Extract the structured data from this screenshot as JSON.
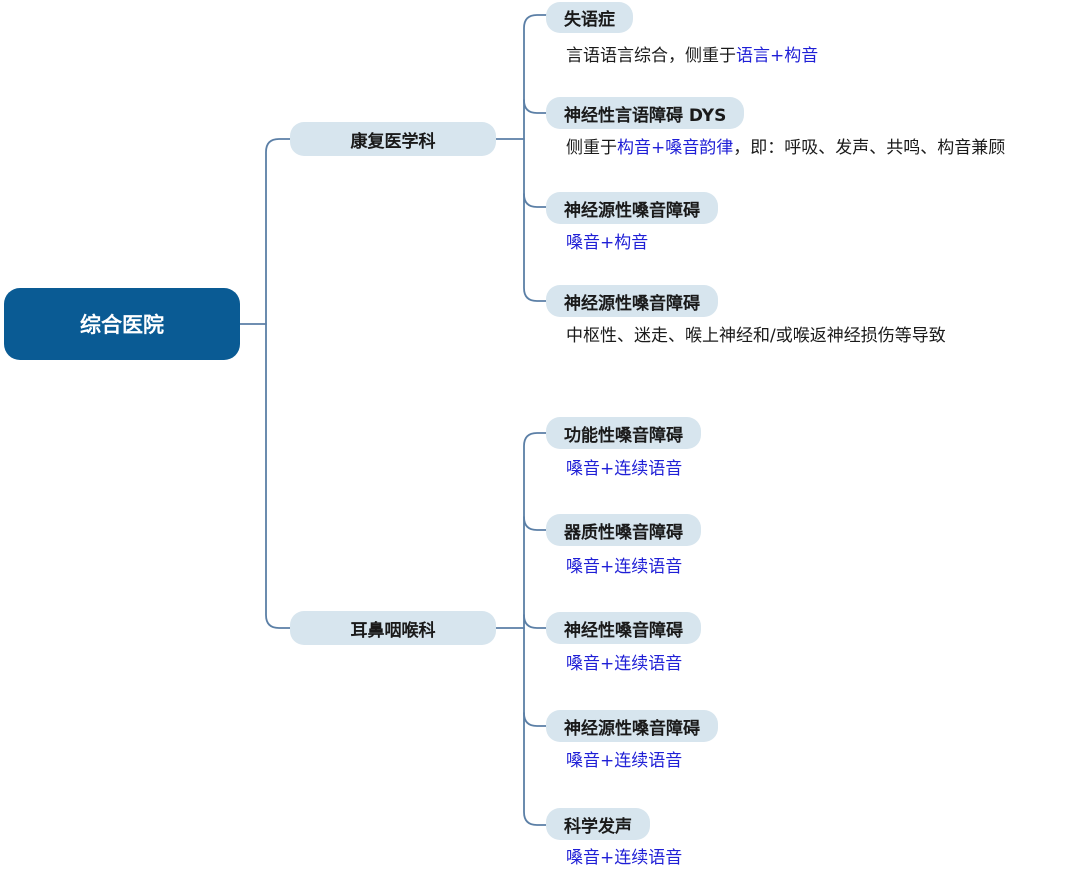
{
  "root": {
    "label": "综合医院"
  },
  "departments": [
    {
      "label": "康复医学科",
      "children": [
        {
          "title": "失语症",
          "desc": [
            {
              "text": "言语语言综合，侧重于",
              "hl": false
            },
            {
              "text": "语言+构音",
              "hl": true
            }
          ]
        },
        {
          "title": "神经性言语障碍 DYS",
          "desc": [
            {
              "text": "侧重于",
              "hl": false
            },
            {
              "text": "构音+嗓音韵律",
              "hl": true
            },
            {
              "text": "，即：呼吸、发声、共鸣、构音兼顾",
              "hl": false
            }
          ]
        },
        {
          "title": "神经源性嗓音障碍",
          "desc": [
            {
              "text": "嗓音+构音",
              "hl": true
            }
          ]
        },
        {
          "title": "神经源性嗓音障碍",
          "desc": [
            {
              "text": "中枢性、迷走、喉上神经和/或喉返神经损伤等导致",
              "hl": false
            }
          ]
        }
      ]
    },
    {
      "label": "耳鼻咽喉科",
      "children": [
        {
          "title": "功能性嗓音障碍",
          "desc": [
            {
              "text": "嗓音+连续语音",
              "hl": true
            }
          ]
        },
        {
          "title": "器质性嗓音障碍",
          "desc": [
            {
              "text": "嗓音+连续语音",
              "hl": true
            }
          ]
        },
        {
          "title": "神经性嗓音障碍",
          "desc": [
            {
              "text": "嗓音+连续语音",
              "hl": true
            }
          ]
        },
        {
          "title": "神经源性嗓音障碍",
          "desc": [
            {
              "text": "嗓音+连续语音",
              "hl": true
            }
          ]
        },
        {
          "title": "科学发声",
          "desc": [
            {
              "text": "嗓音+连续语音",
              "hl": true
            }
          ]
        }
      ]
    }
  ],
  "colors": {
    "root_bg": "#0a5b94",
    "pill_bg": "#d7e5ee",
    "line": "#5b7fa6",
    "highlight": "#1f1fd6"
  }
}
